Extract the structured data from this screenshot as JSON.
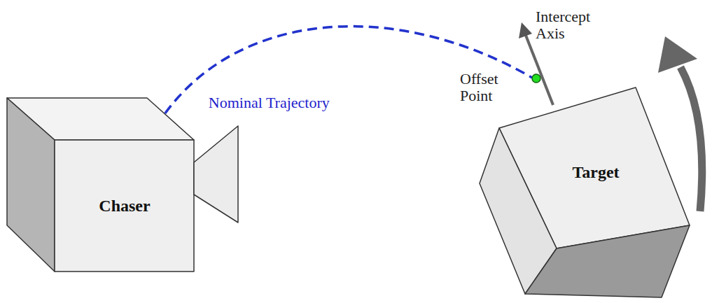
{
  "diagram": {
    "nodes": [
      {
        "text": [
          "Chaser"
        ]
      },
      {
        "text": [
          "Target"
        ]
      },
      {
        "text": [
          "Offset Point"
        ]
      }
    ],
    "edges": [
      {
        "from": 0,
        "to": 2,
        "arrow": "none",
        "label": "Nominal Trajectory"
      }
    ],
    "labels": [
      "Intercept Axis"
    ]
  }
}
